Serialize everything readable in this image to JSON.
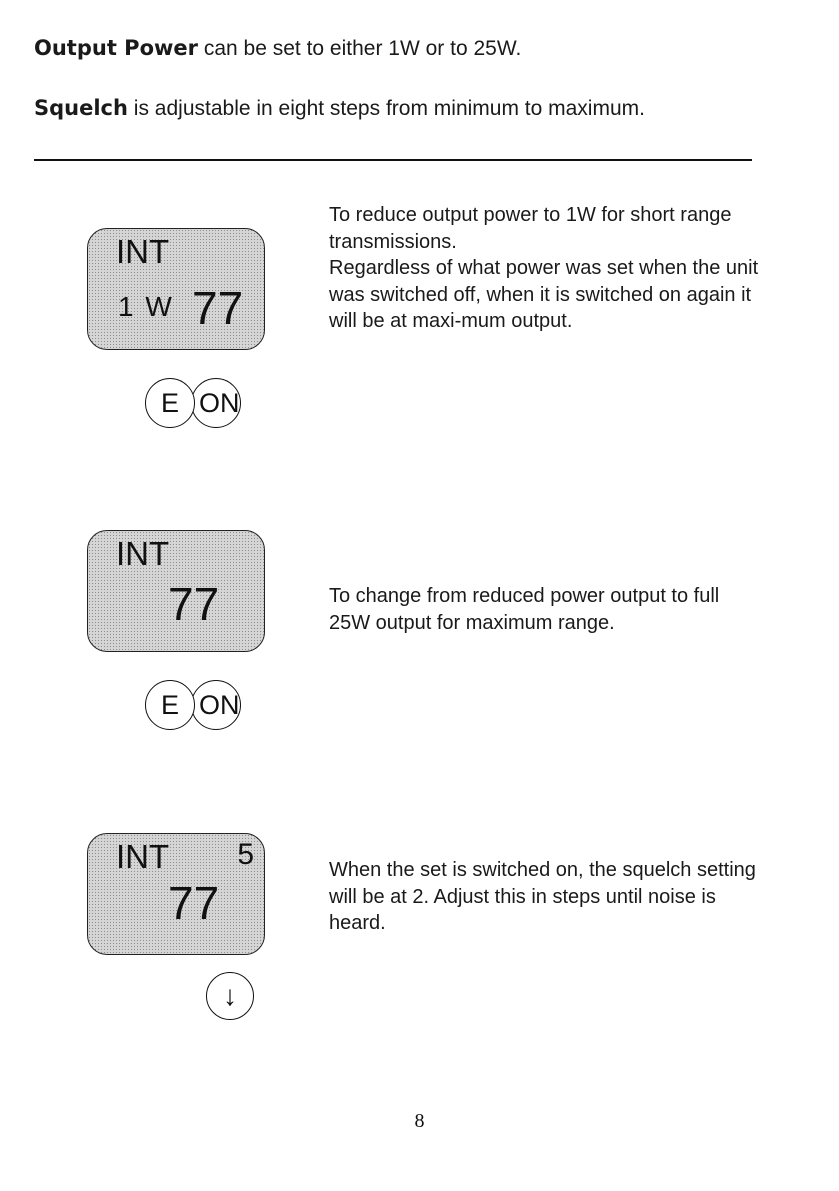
{
  "intro": {
    "output_power": {
      "bold": "Output Power",
      "text": "can be set to either 1W or to 25W."
    },
    "squelch": {
      "bold": "Squelch",
      "text": "is adjustable in eight steps from minimum to maximum."
    }
  },
  "sections": [
    {
      "display": {
        "mode": "INT",
        "power": "1 W",
        "channel": "77",
        "squelch": ""
      },
      "buttons": [
        "E",
        "ON"
      ],
      "desc_lines": [
        "To reduce output power to 1W for short range transmissions.",
        "Regardless of what power was set when the unit was switched off, when it is switched on again it will be at maxi-mum output."
      ]
    },
    {
      "display": {
        "mode": "INT",
        "power": "",
        "channel": "77",
        "squelch": ""
      },
      "buttons": [
        "E",
        "ON"
      ],
      "desc_lines": [
        "To change from reduced power output to full 25W output for maximum range."
      ]
    },
    {
      "display": {
        "mode": "INT",
        "power": "",
        "channel": "77",
        "squelch": "5"
      },
      "buttons": [
        "↓"
      ],
      "desc_lines": [
        "When the set is switched on, the squelch setting will be at 2. Adjust this in steps until noise is heard."
      ]
    }
  ],
  "page_number": "8"
}
